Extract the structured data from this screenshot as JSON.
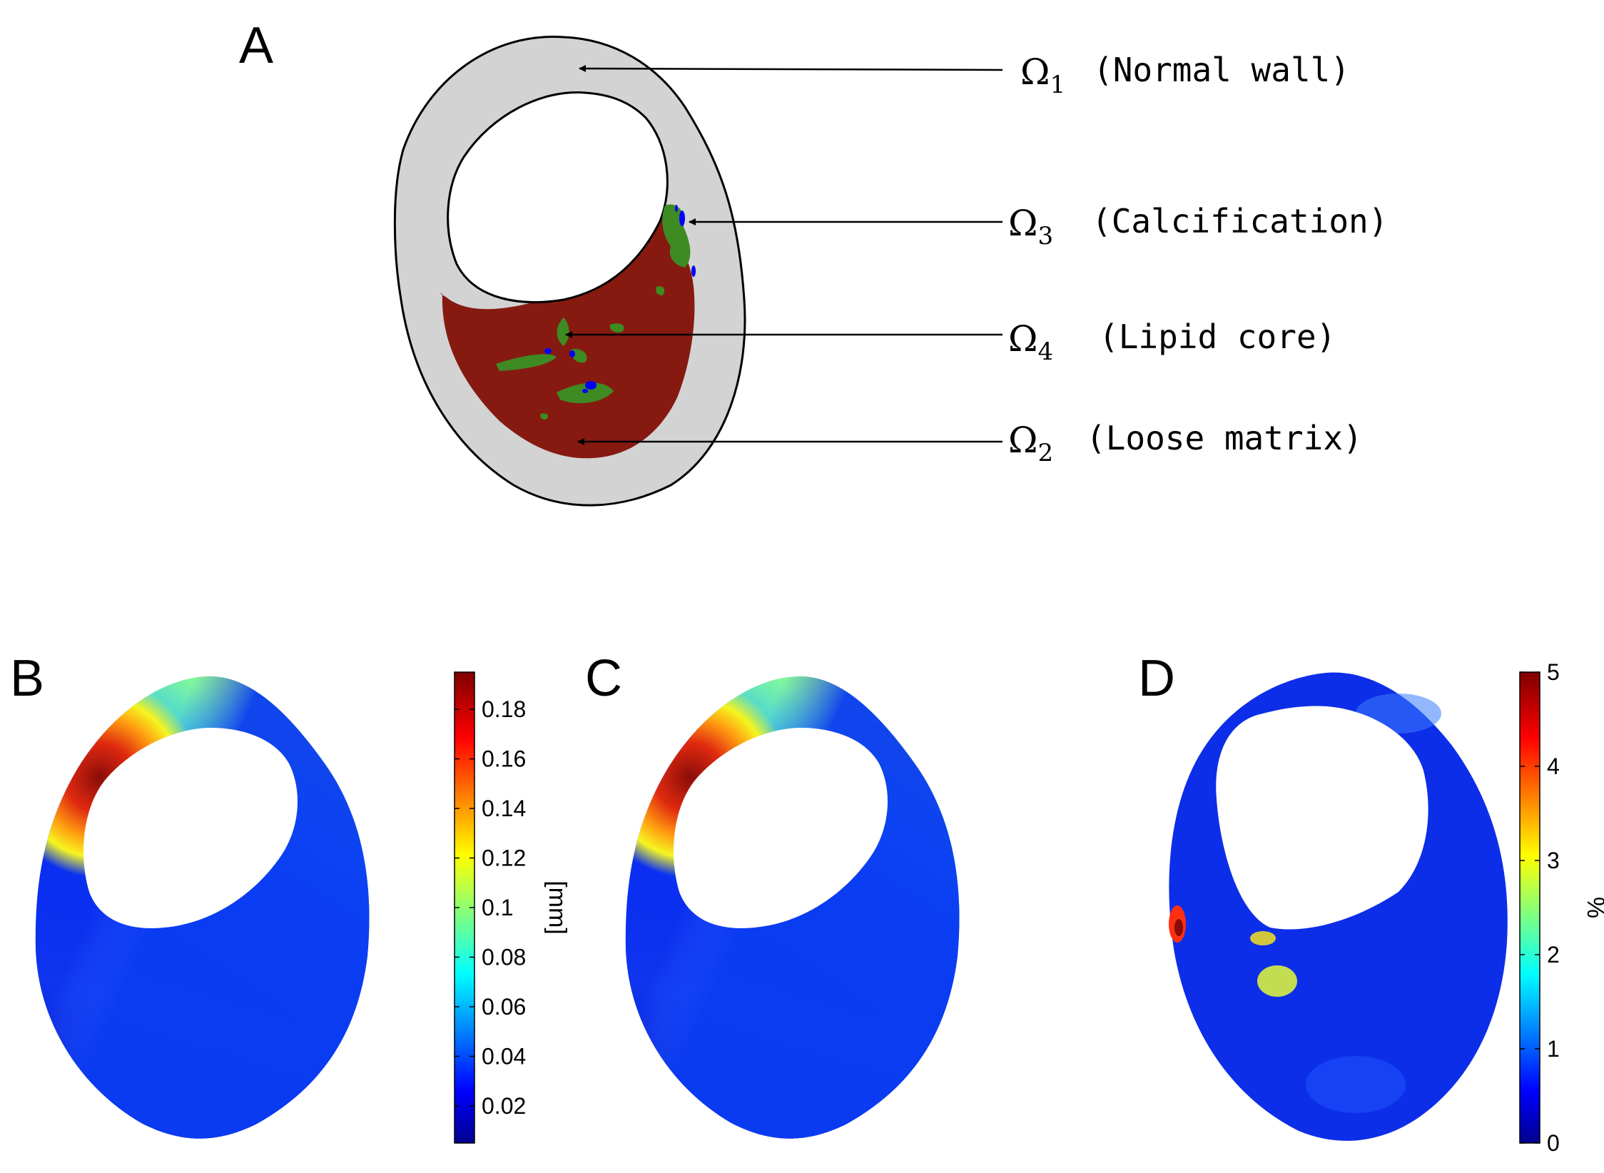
{
  "panels": {
    "A": {
      "letter": "A",
      "regions": [
        {
          "symbol": "Ω",
          "sub": "1",
          "desc": "(Normal wall)"
        },
        {
          "symbol": "Ω",
          "sub": "3",
          "desc": "(Calcification)"
        },
        {
          "symbol": "Ω",
          "sub": "4",
          "desc": "(Lipid core)"
        },
        {
          "symbol": "Ω",
          "sub": "2",
          "desc": "(Loose matrix)"
        }
      ],
      "colors": {
        "normal_wall": "#d3d3d3",
        "loose_matrix": "#861a11",
        "lipid_core": "#3e8a23",
        "calcification": "#0000ff"
      }
    },
    "B": {
      "letter": "B"
    },
    "C": {
      "letter": "C"
    },
    "D": {
      "letter": "D"
    }
  },
  "colorbars": {
    "displacement": {
      "unit": "[mm]",
      "ticks": [
        "0.02",
        "0.04",
        "0.06",
        "0.08",
        "0.1",
        "0.12",
        "0.14",
        "0.16",
        "0.18"
      ],
      "min": 0.005,
      "max": 0.195,
      "colormap": "jet"
    },
    "error": {
      "unit": "%",
      "ticks": [
        "0",
        "1",
        "2",
        "3",
        "4",
        "5"
      ],
      "min": 0,
      "max": 5,
      "colormap": "jet"
    }
  }
}
